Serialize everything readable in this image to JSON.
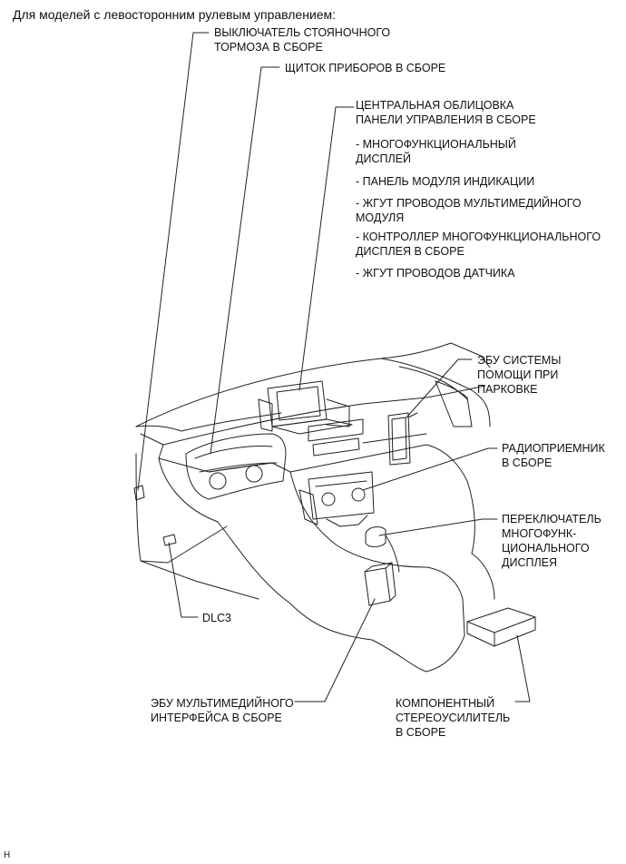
{
  "header": "Для моделей с левосторонним рулевым управлением:",
  "labels": {
    "parking_brake_switch": "ВЫКЛЮЧАТЕЛЬ СТОЯНОЧНОГО\nТОРМОЗА В СБОРЕ",
    "instrument_cluster": "ЩИТОК ПРИБОРОВ В СБОРЕ",
    "center_panel": "ЦЕНТРАЛЬНАЯ ОБЛИЦОВКА\nПАНЕЛИ УПРАВЛЕНИЯ В СБОРЕ",
    "center_panel_items": [
      "- МНОГОФУНКЦИОНАЛЬНЫЙ\nДИСПЛЕЙ",
      "- ПАНЕЛЬ МОДУЛЯ ИНДИКАЦИИ",
      "- ЖГУТ ПРОВОДОВ МУЛЬТИМЕДИЙНОГО\nМОДУЛЯ",
      "- КОНТРОЛЛЕР МНОГОФУНКЦИОНАЛЬНОГО\nДИСПЛЕЯ В СБОРЕ",
      "- ЖГУТ ПРОВОДОВ ДАТЧИКА"
    ],
    "parking_assist_ecu": "ЭБУ СИСТЕМЫ\nПОМОЩИ ПРИ\nПАРКОВКЕ",
    "radio_receiver": "РАДИОПРИЕМНИК\nВ СБОРЕ",
    "multi_display_switch": "ПЕРЕКЛЮЧАТЕЛЬ\nМНОГОФУНК-\nЦИОНАЛЬНОГО\nДИСПЛЕЯ",
    "dlc3": "DLC3",
    "multimedia_ecu": "ЭБУ МУЛЬТИМЕДИЙНОГО\nИНТЕРФЕЙСА В СБОРЕ",
    "stereo_amplifier": "КОМПОНЕНТНЫЙ\nСТЕРЕОУСИЛИТЕЛЬ\nВ СБОРЕ"
  },
  "figure_code": "H"
}
